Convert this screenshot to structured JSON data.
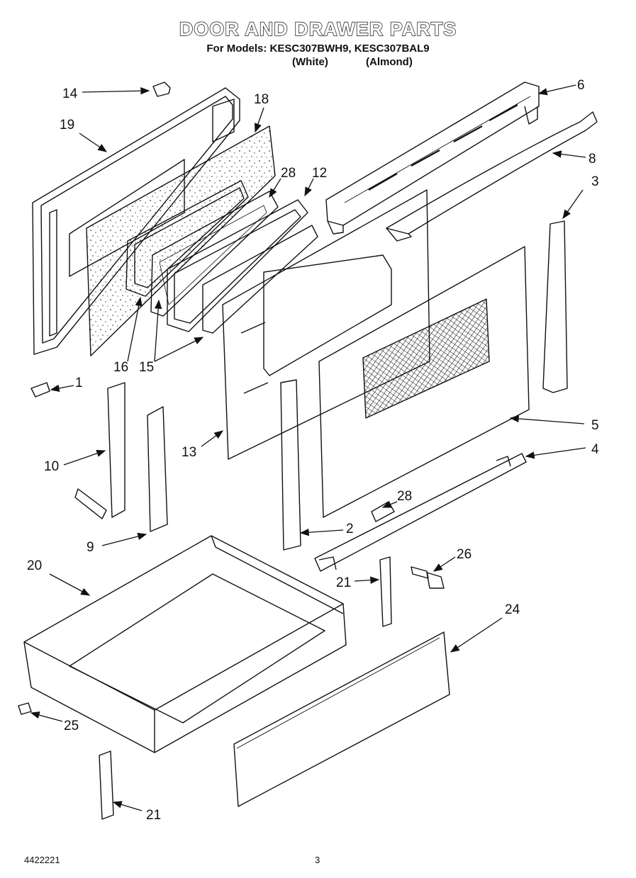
{
  "header": {
    "title": "DOOR AND DRAWER PARTS",
    "subtitle": "For Models: KESC307BWH9, KESC307BAL9",
    "variant_white": "(White)",
    "variant_almond": "(Almond)"
  },
  "callouts": [
    "14",
    "18",
    "19",
    "28",
    "12",
    "6",
    "8",
    "3",
    "16",
    "15",
    "1",
    "10",
    "13",
    "5",
    "4",
    "9",
    "28",
    "2",
    "26",
    "20",
    "21",
    "24",
    "25",
    "21"
  ],
  "footer": {
    "doc_number": "4422221",
    "page_number": "3"
  }
}
